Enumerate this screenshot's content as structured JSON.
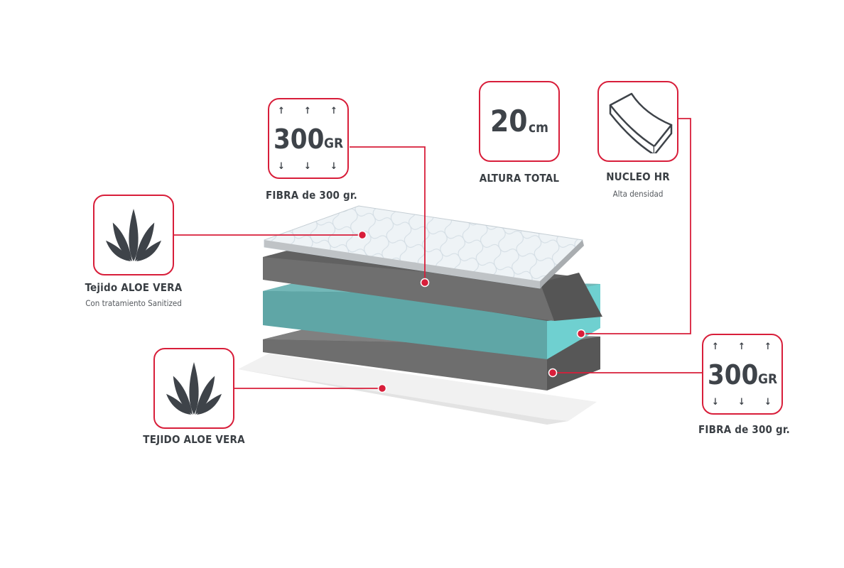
{
  "colors": {
    "accent": "#d81e3a",
    "text": "#3e4349",
    "foam": "#5fa9a9",
    "foam_light": "#6fd0d0",
    "layer_grey": "#6b6b6b"
  },
  "fibra_top": {
    "value": "300",
    "unit": "GR",
    "label": "FIBRA de 300 gr.",
    "icon": "weight-arrows-icon"
  },
  "altura": {
    "value": "20",
    "unit": "cm",
    "label": "ALTURA TOTAL"
  },
  "nucleo": {
    "label": "NUCLEO HR",
    "sublabel": "Alta densidad",
    "icon": "foam-block-icon"
  },
  "tejido_top": {
    "label": "Tejido ALOE VERA",
    "sublabel": "Con tratamiento Sanitized",
    "icon": "aloe-vera-icon"
  },
  "tejido_bottom": {
    "label": "TEJIDO ALOE VERA",
    "icon": "aloe-vera-icon"
  },
  "fibra_bottom": {
    "value": "300",
    "unit": "GR",
    "label": "FIBRA de 300 gr.",
    "icon": "weight-arrows-icon"
  }
}
